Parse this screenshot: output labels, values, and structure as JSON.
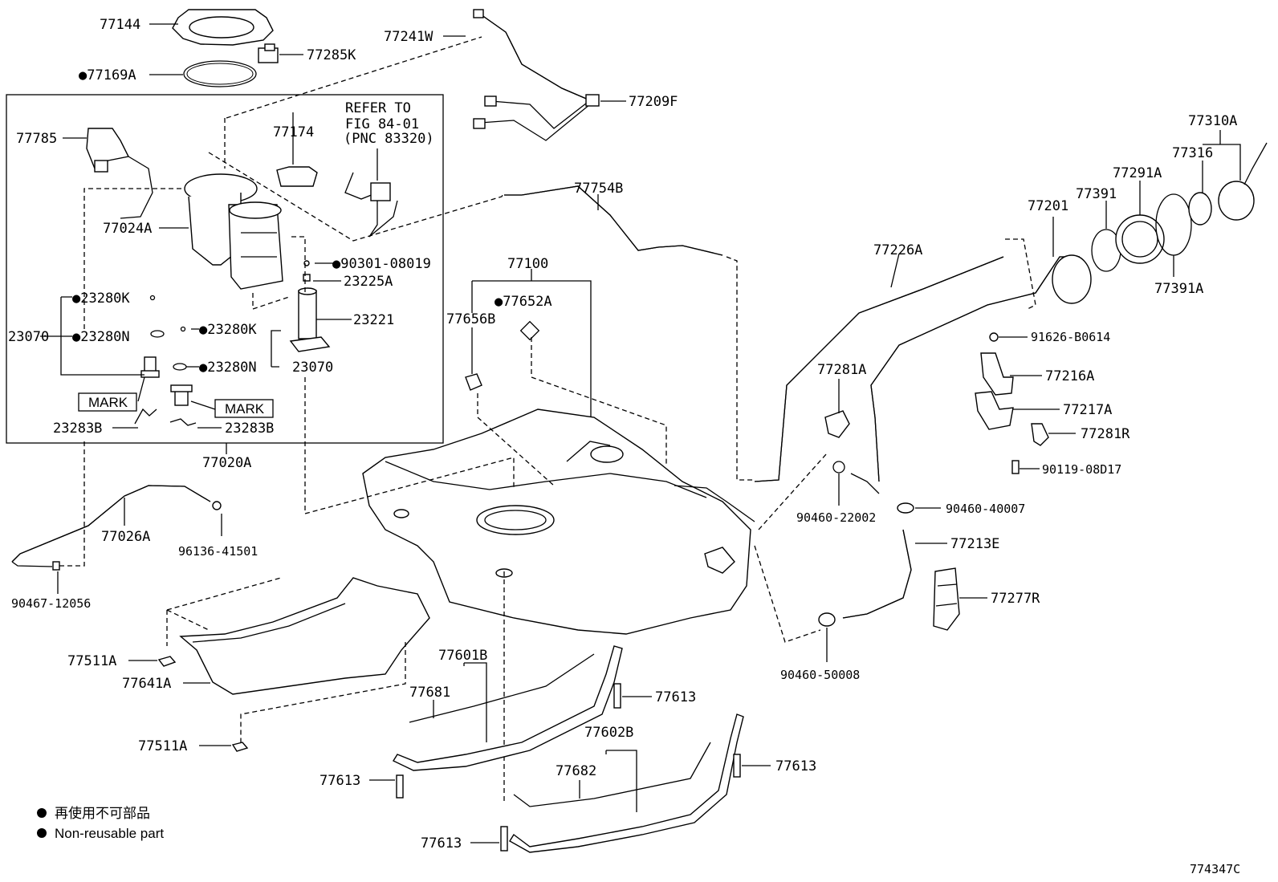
{
  "labels": {
    "p77144": "77144",
    "p77241W": "77241W",
    "p77285K": "77285K",
    "p77169A": "●77169A",
    "p77209F": "77209F",
    "p77174": "77174",
    "refer1": "REFER TO",
    "refer2": "FIG 84-01",
    "refer3": "(PNC 83320)",
    "p77785": "77785",
    "p77024A": "77024A",
    "p90301": "●90301-08019",
    "p23225A": "23225A",
    "p23221": "23221",
    "p23280K_a": "●23280K",
    "p23070_l": "23070",
    "p23280N_a": "●23280N",
    "p23280K_b": "●23280K",
    "p23280N_b": "●23280N",
    "p23070_r": "23070",
    "mark1": "MARK",
    "mark2": "MARK",
    "p23283B_a": "23283B",
    "p23283B_b": "23283B",
    "p77020A": "77020A",
    "p77754B": "77754B",
    "p77100": "77100",
    "p77652A": "●77652A",
    "p77656B": "77656B",
    "p77026A": "77026A",
    "p96136": "96136-41501",
    "p90467": "90467-12056",
    "p77226A": "77226A",
    "p77201": "77201",
    "p77391": "77391",
    "p77291A": "77291A",
    "p77316": "77316",
    "p77310A": "77310A",
    "p77391A": "77391A",
    "p91626": "91626-B0614",
    "p77281A": "77281A",
    "p77216A": "77216A",
    "p77217A": "77217A",
    "p77281R": "77281R",
    "p90119": "90119-08D17",
    "p90460_22": "90460-22002",
    "p90460_40": "90460-40007",
    "p77213E": "77213E",
    "p77277R": "77277R",
    "p90460_50": "90460-50008",
    "p77511A_a": "77511A",
    "p77641A": "77641A",
    "p77511A_b": "77511A",
    "p77601B": "77601B",
    "p77681": "77681",
    "p77613_a": "77613",
    "p77602B": "77602B",
    "p77682": "77682",
    "p77613_b": "77613",
    "p77613_c": "77613",
    "p77613_d": "77613"
  },
  "legend": {
    "jp": "再使用不可部品",
    "en": "Non-reusable part"
  },
  "figure_id": "774347C"
}
